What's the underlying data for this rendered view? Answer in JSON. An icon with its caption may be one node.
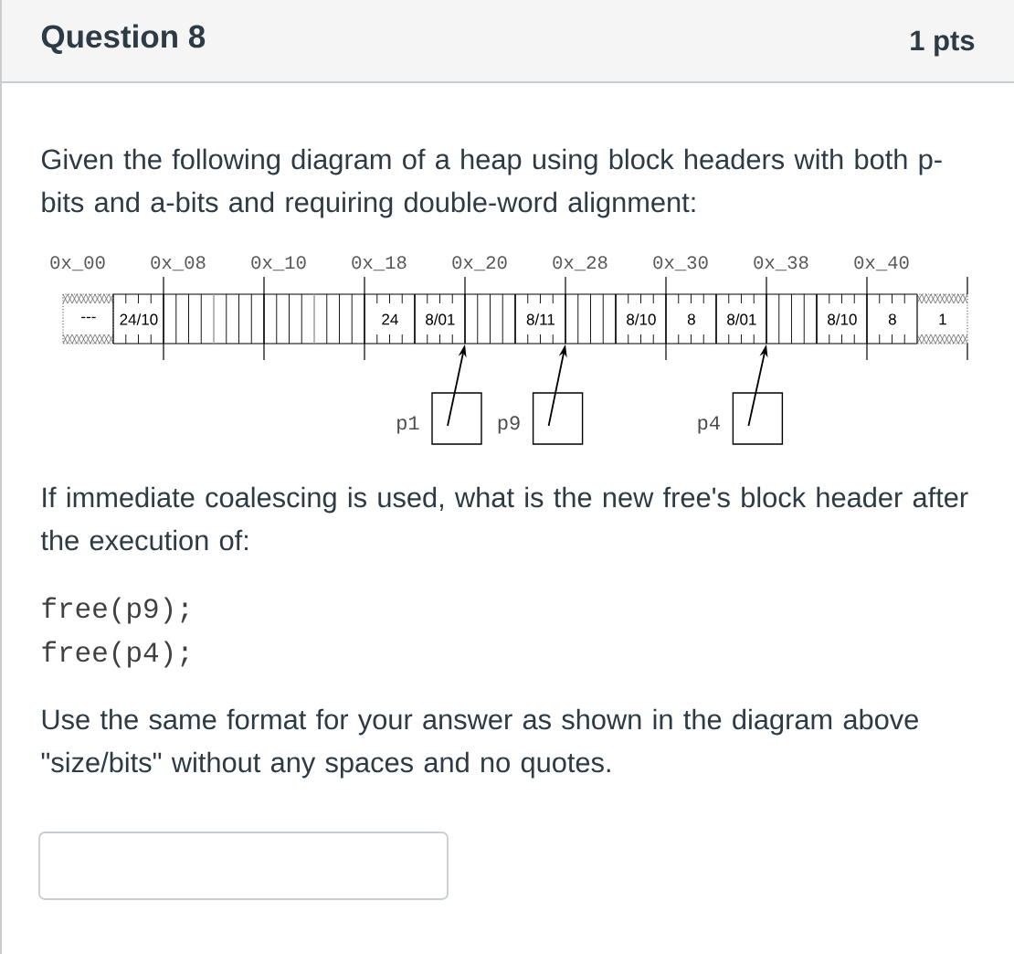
{
  "diagram": {
    "title": "Question 8",
    "nodes": [
      {
        "text": [
          "---"
        ]
      },
      {
        "text": [
          "24/10"
        ]
      },
      {
        "text": [],
        "shape": "box"
      },
      {
        "text": [],
        "shape": "box"
      },
      {
        "text": [],
        "shape": "box"
      },
      {
        "text": [],
        "shape": "box"
      },
      {
        "text": [
          "24"
        ]
      },
      {
        "text": [
          "8/01"
        ]
      },
      {
        "text": [],
        "shape": "box"
      },
      {
        "text": [
          "8/11"
        ]
      },
      {
        "text": [],
        "shape": "box"
      },
      {
        "text": [
          "8/10"
        ]
      },
      {
        "text": [
          "8"
        ]
      },
      {
        "text": [
          "8/01"
        ]
      },
      {
        "text": [],
        "shape": "box"
      },
      {
        "text": [
          "8/10"
        ]
      },
      {
        "text": [
          "8"
        ]
      },
      {
        "text": [
          "1"
        ]
      },
      {
        "text": [
          "p1"
        ]
      },
      {
        "text": [
          "p9"
        ]
      },
      {
        "text": [
          "p4"
        ]
      }
    ],
    "edges": [
      {
        "from": 18,
        "to": 8,
        "arrow": "to"
      },
      {
        "from": 19,
        "to": 10,
        "arrow": "to"
      },
      {
        "from": 20,
        "to": 14,
        "arrow": "to"
      }
    ],
    "labels": [
      "1 pts",
      "Given the following diagram of a heap using block headers with both p-bits and a-bits and requiring double-word alignment:",
      "0x_00",
      "0x_08",
      "0x_10",
      "0x_18",
      "0x_20",
      "0x_28",
      "0x_30",
      "0x_38",
      "0x_40",
      "If immediate coalescing is used, what is the new free's block header after the execution of:",
      "free(p9);",
      "free(p4);",
      "Use the same format for your answer as shown in the diagram above \"size/bits\" without any spaces and no quotes."
    ]
  }
}
